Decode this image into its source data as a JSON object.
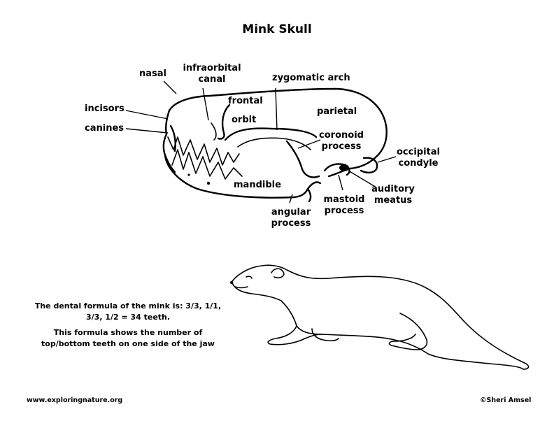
{
  "title": "Mink Skull",
  "labels": {
    "nasal": "nasal",
    "infraorbital_1": "infraorbital",
    "infraorbital_2": "canal",
    "zygomatic_arch": "zygomatic arch",
    "incisors": "incisors",
    "canines": "canines",
    "frontal": "frontal",
    "orbit": "orbit",
    "parietal": "parietal",
    "coronoid_1": "coronoid",
    "coronoid_2": "process",
    "occipital_1": "occipital",
    "occipital_2": "condyle",
    "mandible": "mandible",
    "auditory_1": "auditory",
    "auditory_2": "meatus",
    "mastoid_1": "mastoid",
    "mastoid_2": "process",
    "angular_1": "angular",
    "angular_2": "process"
  },
  "notes": {
    "formula_1": "The dental formula of the mink is: 3/3, 1/1,",
    "formula_2": "3/3, 1/2 = 34 teeth.",
    "explain_1": "This formula shows the number of",
    "explain_2": "top/bottom teeth on one side of the jaw"
  },
  "footer": {
    "website": "www.exploringnature.org",
    "copyright": "©Sheri Amsel"
  }
}
